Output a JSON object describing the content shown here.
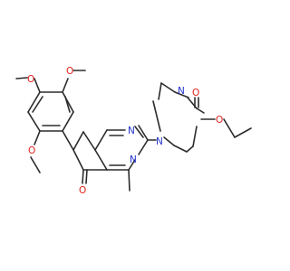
{
  "colors": {
    "carbon": "#2b2b2b",
    "nitrogen": "#2233cc",
    "oxygen": "#e0201b",
    "background": "#ffffff"
  },
  "atoms": {
    "n_pip_top": "N",
    "n_pip_bottom": "N",
    "o_carbonyl_ester": "O",
    "o_ester_link": "O",
    "n_pyrimidine_1": "N",
    "n_pyrimidine_3": "N",
    "o_ketone": "O",
    "o_methoxy_top": "O",
    "o_methoxy_middle": "O",
    "o_methoxy_bottom": "O"
  }
}
